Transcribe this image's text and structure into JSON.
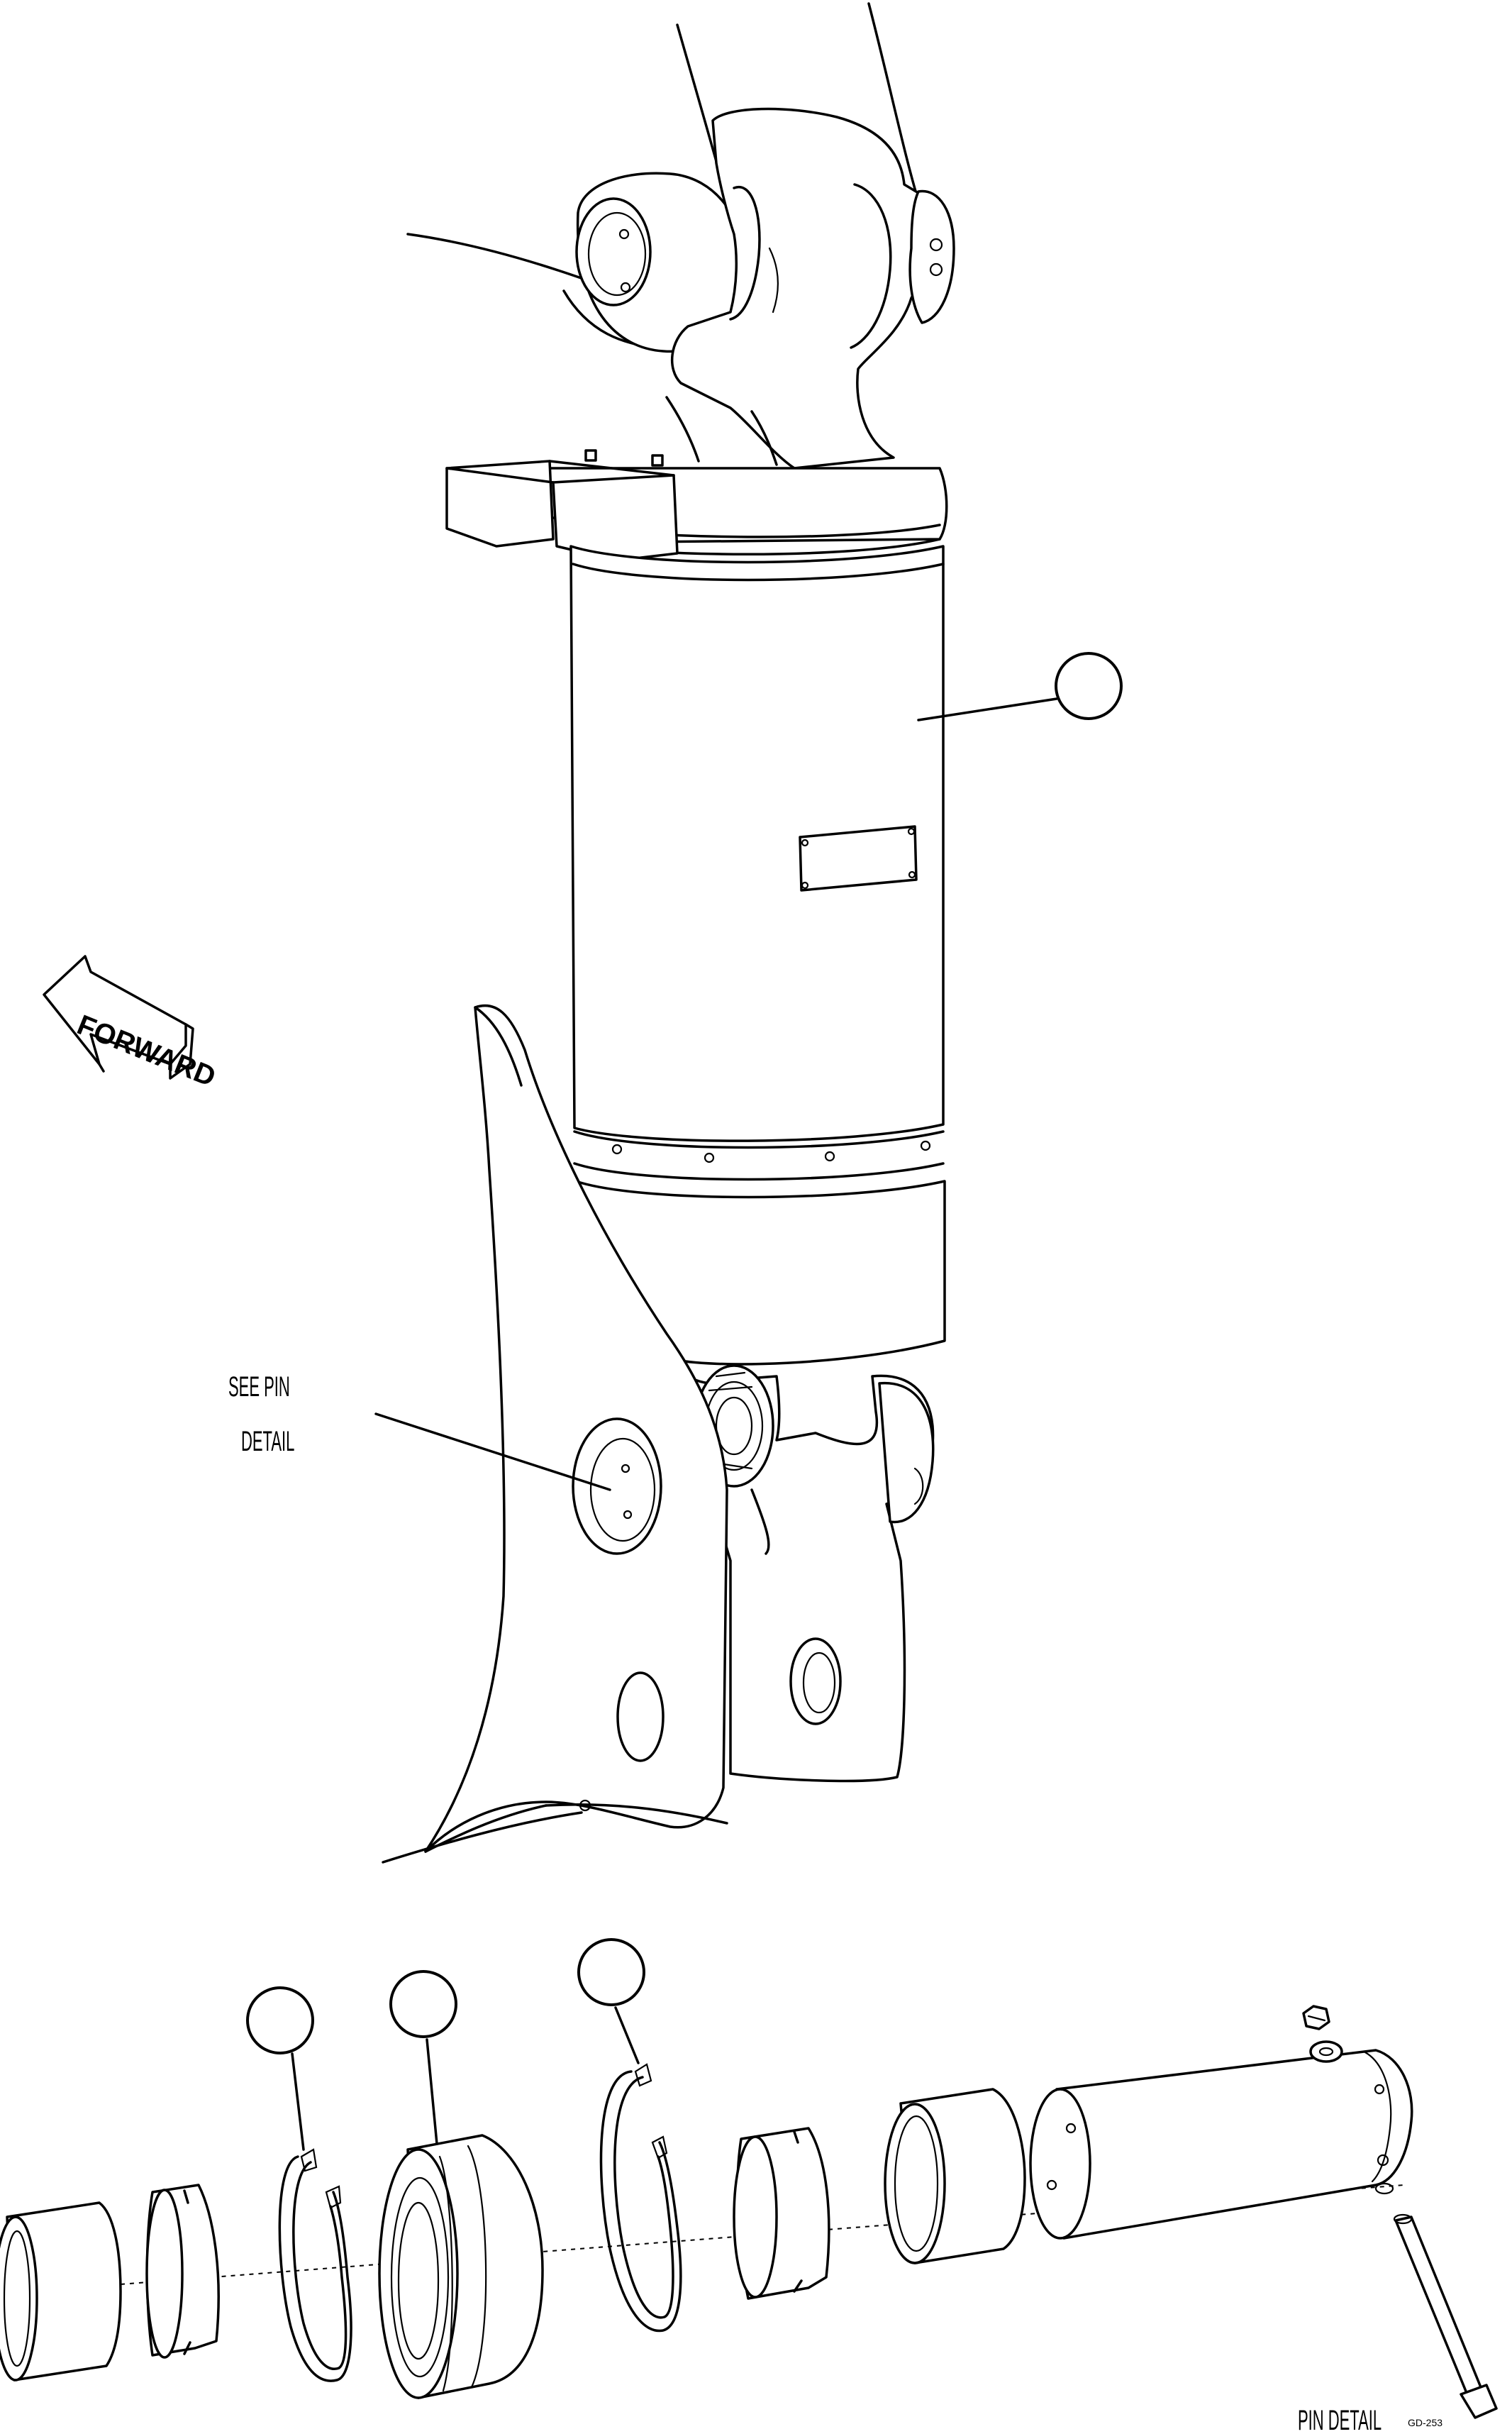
{
  "labels": {
    "forward": "FORWARD",
    "see_pin_line1": "SEE PIN",
    "see_pin_line2": "DETAIL",
    "pin_detail": "PIN DETAIL",
    "drawing_number": "GD-253"
  },
  "callouts": [
    {
      "id": "cylinder",
      "text": ""
    },
    {
      "id": "retaining-ring-left",
      "text": ""
    },
    {
      "id": "spherical-bearing",
      "text": ""
    },
    {
      "id": "retaining-ring-right",
      "text": ""
    }
  ]
}
